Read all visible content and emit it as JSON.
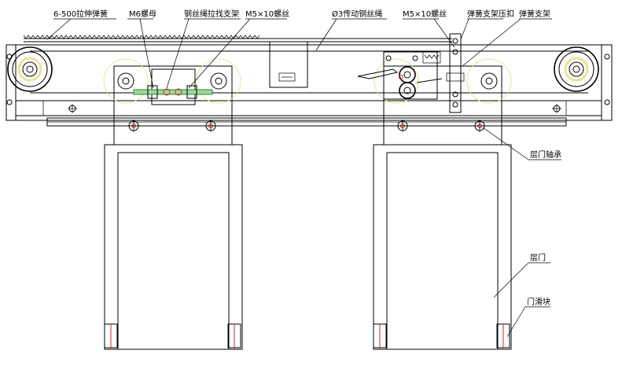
{
  "labels": {
    "spring": "6-500拉伸弹簧",
    "m6_nut": "M6螺母",
    "rope_bracket": "钢丝绳拉找支架",
    "m5_screw_left": "M5×10螺丝",
    "wire_rope": "Ø3传动钢丝绳",
    "m5_screw_right": "M5×10螺丝",
    "spring_clamp": "弹簧支架压扣",
    "spring_bracket": "弹簧支架",
    "door_bearing": "层门轴承",
    "landing_door": "层门",
    "door_slider": "门滑块"
  },
  "colors": {
    "line": "#000000",
    "hidden": "#e8e49a",
    "accent_red": "#d22222",
    "accent_green": "#2a8a2a"
  }
}
